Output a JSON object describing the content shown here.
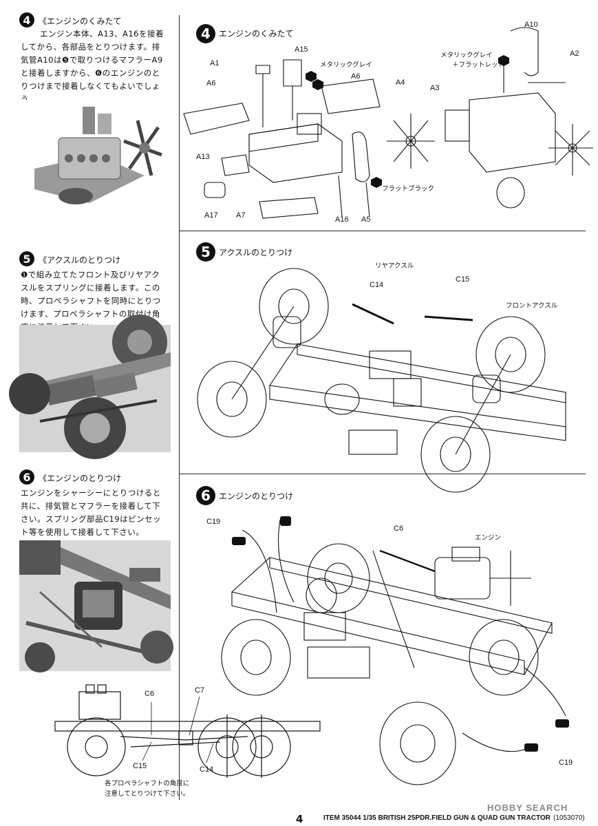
{
  "steps": {
    "s4": {
      "number": "4",
      "title": "《エンジンのくみたて",
      "body": [
        "エンジン本体、A13、A16を接着",
        "してから、各部品をとりつけます。排",
        "気管A10は❺で取りつけるマフラーA9",
        "と接着しますから、❻のエンジンのと",
        "りつけまで接着しなくてもよいでしょう。"
      ],
      "diagram_title": "エンジンのくみたて"
    },
    "s5": {
      "number": "5",
      "title": "《アクスルのとりつけ",
      "body": [
        "❶で組み立てたフロント及びリヤアク",
        "スルをスプリングに接着します。この",
        "時、プロペラシャフトを同時にとりつ",
        "けます、プロペラシャフトの取付け角",
        "度に注意して下さい。"
      ],
      "diagram_title": "アクスルのとりつけ"
    },
    "s6": {
      "number": "6",
      "title": "《エンジンのとりつけ",
      "body": [
        "エンジンをシャーシーにとりつけると",
        "共に、排気管とマフラーを接着して下",
        "さい。スプリング部品C19はピンセッ",
        "ト等を使用して接着して下さい。"
      ],
      "diagram_title": "エンジンのとりつけ"
    }
  },
  "engine_labels": {
    "a1": "A1",
    "a15": "A15",
    "metallic_grey": "メタリックグレイ",
    "a6_top": "A6",
    "a6_left": "A6",
    "a4": "A4",
    "a13": "A13",
    "flat_black": "フラットブラック",
    "a17": "A17",
    "a7": "A7",
    "a16": "A16",
    "a5": "A5",
    "a10": "A10",
    "metallic_grey_2": "メタリックグレイ",
    "flat_red": "＋フラットレッド",
    "a2": "A2",
    "a3": "A3"
  },
  "axle_labels": {
    "rear_axle": "リヤアクスル",
    "c14": "C14",
    "c15": "C15",
    "front_axle": "フロントアクスル"
  },
  "engine_mount_labels": {
    "c19_top": "C19",
    "c6": "C6",
    "engine": "エンジン",
    "c19_bottom": "C19"
  },
  "side_view": {
    "c6": "C6",
    "c7": "C7",
    "c15": "C15",
    "c14": "C14",
    "note_line1": "各プロペラシャフトの角度に",
    "note_line2": "注意してとりつけて下さい。"
  },
  "footer": {
    "page_number": "4",
    "item": "ITEM 35044  1/35 BRITISH 25PDR.FIELD GUN & QUAD GUN TRACTOR",
    "code": "(1053070)",
    "watermark": "HOBBY SEARCH"
  }
}
